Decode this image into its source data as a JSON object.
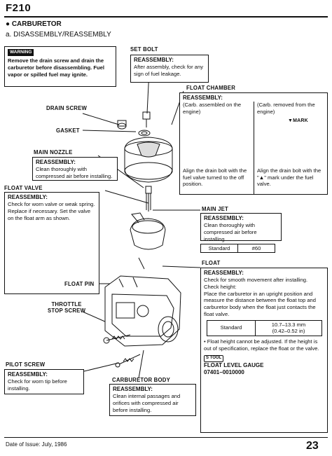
{
  "header": {
    "title": "F210"
  },
  "section": {
    "bullet_title": "CARBURETOR",
    "subtitle": "a. DISASSEMBLY/REASSEMBLY"
  },
  "warning": {
    "badge": "WARNING",
    "text": "Remove the drain screw and drain the carburetor before disassembling. Fuel vapor or spilled fuel may ignite."
  },
  "set_bolt": {
    "label": "SET BOLT",
    "heading": "REASSEMBLY:",
    "text": "After assembly, check for any sign of fuel leakage."
  },
  "float_chamber": {
    "label": "FLOAT CHAMBER",
    "heading": "REASSEMBLY:",
    "left_caption": "(Carb. assembled on the engine)",
    "right_caption": "(Carb. removed from the engine)",
    "mark_label": "MARK",
    "left_text": "Align the drain bolt with the fuel valve turned to the off position.",
    "right_text": "Align the drain bolt with the \"▲\" mark under the fuel valve."
  },
  "drain_screw": {
    "label": "DRAIN SCREW"
  },
  "gasket": {
    "label": "GASKET"
  },
  "main_nozzle": {
    "label": "MAIN NOZZLE",
    "heading": "REASSEMBLY:",
    "text": "Clean thoroughly with compressed air before installing."
  },
  "float_valve": {
    "label": "FLOAT VALVE",
    "heading": "REASSEMBLY:",
    "text": "Check for worn valve or weak spring. Replace if necessary. Set the valve on the float arm as shown."
  },
  "main_jet": {
    "label": "MAIN JET",
    "heading": "REASSEMBLY:",
    "text": "Clean thoroughly with compressed air before installing.",
    "spec_label": "Standard",
    "spec_value": "#60"
  },
  "float": {
    "label": "FLOAT",
    "heading": "REASSEMBLY:",
    "text1": "Check for smooth movement after installing.",
    "text2": "Check height:",
    "text3": "Place the carburetor in an upright position and measure the distance between the float top and carburetor body when the float just contacts the float valve.",
    "spec_label": "Standard",
    "spec_value1": "10.7–13.3 mm",
    "spec_value2": "(0.42–0.52 in)",
    "note": "• Float height cannot be adjusted. If the height is out of specification, replace the float or the valve.",
    "tool_badge": "S TOOL",
    "gauge_label": "FLOAT LEVEL GAUGE",
    "gauge_number": "07401–0010000"
  },
  "float_pin": {
    "label": "FLOAT PIN"
  },
  "throttle_stop_screw": {
    "label_line1": "THROTTLE",
    "label_line2": "STOP SCREW"
  },
  "pilot_screw": {
    "label": "PILOT SCREW",
    "heading": "REASSEMBLY:",
    "text": "Check for worn tip before installing."
  },
  "carburetor_body": {
    "label": "CARBURETOR BODY",
    "heading": "REASSEMBLY:",
    "text": "Clean internal passages and orifices with compressed air before installing."
  },
  "footer": {
    "date": "Date of Issue: July, 1986",
    "page": "23"
  }
}
